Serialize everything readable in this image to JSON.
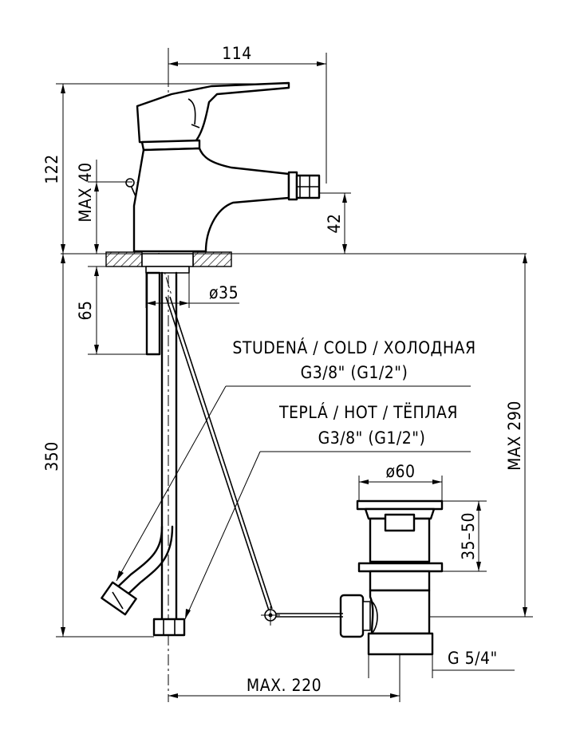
{
  "dimensions": {
    "width_top": "114",
    "height_total": "122",
    "max_lift": "MAX 40",
    "spout_height": "42",
    "nipple_length": "65",
    "hole_diameter": "ø35",
    "hose_length": "350",
    "waste_max": "MAX 290",
    "waste_diameter": "ø60",
    "waste_range": "35–50",
    "waste_thread": "G 5/4\"",
    "max_reach": "MAX. 220"
  },
  "labels": {
    "cold_line1": "STUDENÁ / COLD / ХОЛОДНАЯ",
    "cold_line2": "G3/8\" (G1/2\")",
    "hot_line1": "TEPLÁ / HOT / TЁПЛАЯ",
    "hot_line2": "G3/8\" (G1/2\")"
  }
}
